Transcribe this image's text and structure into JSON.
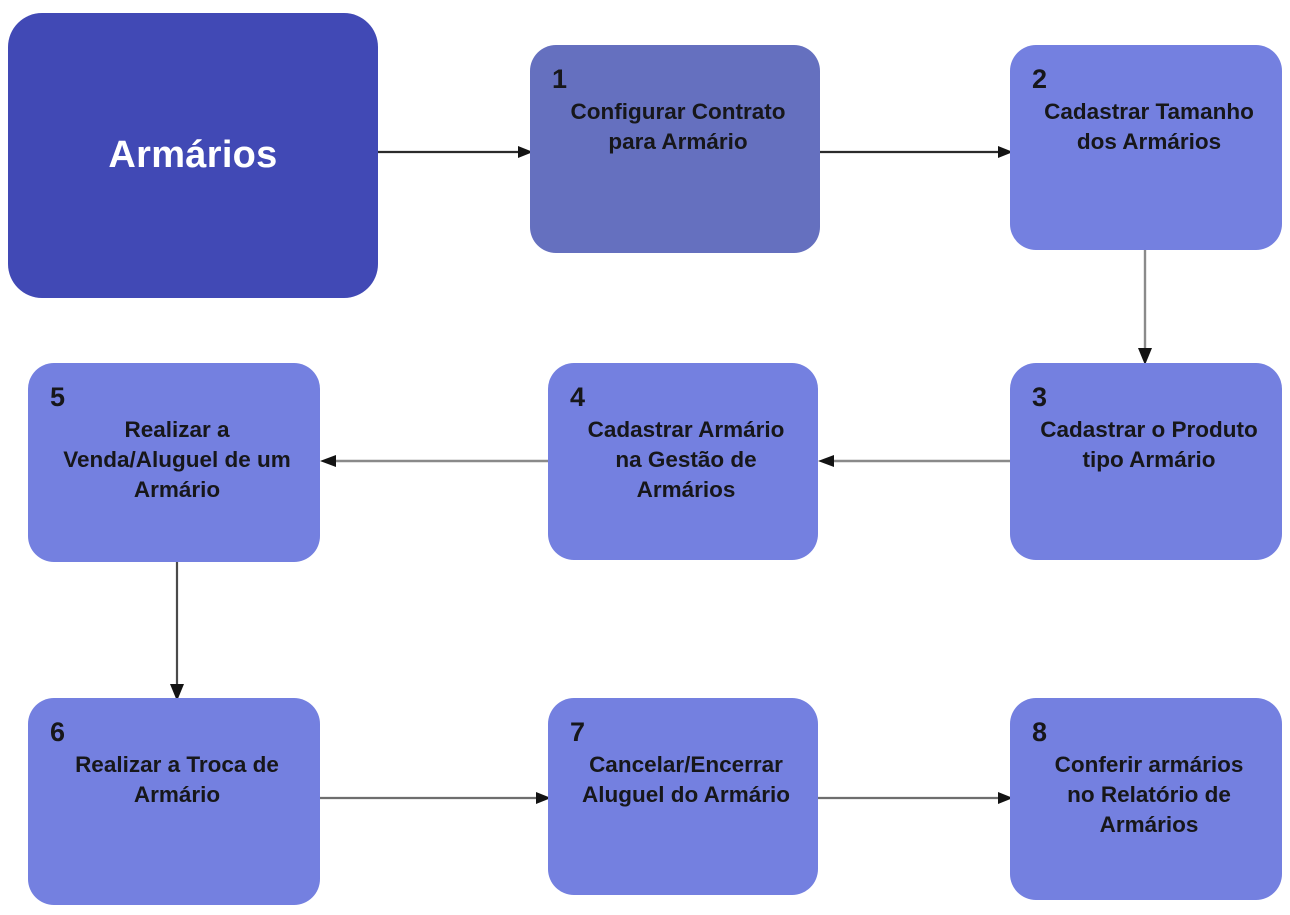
{
  "diagram": {
    "title": "Armários",
    "type": "flowchart",
    "background": "#ffffff",
    "colors": {
      "root_fill": "#4149b5",
      "root_text": "#ffffff",
      "step_fill_muted": "#6570bf",
      "step_fill_bright": "#7480e0",
      "step_text": "#17171a",
      "connector_dark": "#2b2b2b",
      "connector_gray": "#8a8a8a"
    },
    "root": {
      "label": "Armários"
    },
    "nodes": [
      {
        "num": "1",
        "label": "Configurar Contrato\npara Armário",
        "tone": "muted"
      },
      {
        "num": "2",
        "label": "Cadastrar Tamanho\ndos Armários",
        "tone": "bright"
      },
      {
        "num": "3",
        "label": "Cadastrar o Produto\ntipo Armário",
        "tone": "bright"
      },
      {
        "num": "4",
        "label": "Cadastrar Armário\nna Gestão de\nArmários",
        "tone": "bright"
      },
      {
        "num": "5",
        "label": "Realizar a\nVenda/Aluguel de um\nArmário",
        "tone": "bright"
      },
      {
        "num": "6",
        "label": "Realizar a Troca de\nArmário",
        "tone": "bright"
      },
      {
        "num": "7",
        "label": "Cancelar/Encerrar\nAluguel do Armário",
        "tone": "bright"
      },
      {
        "num": "8",
        "label": "Conferir armários\nno Relatório de\nArmários",
        "tone": "bright"
      }
    ],
    "connections": [
      {
        "from": "Armários",
        "to": "1",
        "direction": "right"
      },
      {
        "from": "1",
        "to": "2",
        "direction": "right"
      },
      {
        "from": "2",
        "to": "3",
        "direction": "down"
      },
      {
        "from": "3",
        "to": "4",
        "direction": "left"
      },
      {
        "from": "4",
        "to": "5",
        "direction": "left"
      },
      {
        "from": "5",
        "to": "6",
        "direction": "down"
      },
      {
        "from": "6",
        "to": "7",
        "direction": "right"
      },
      {
        "from": "7",
        "to": "8",
        "direction": "right"
      }
    ]
  }
}
